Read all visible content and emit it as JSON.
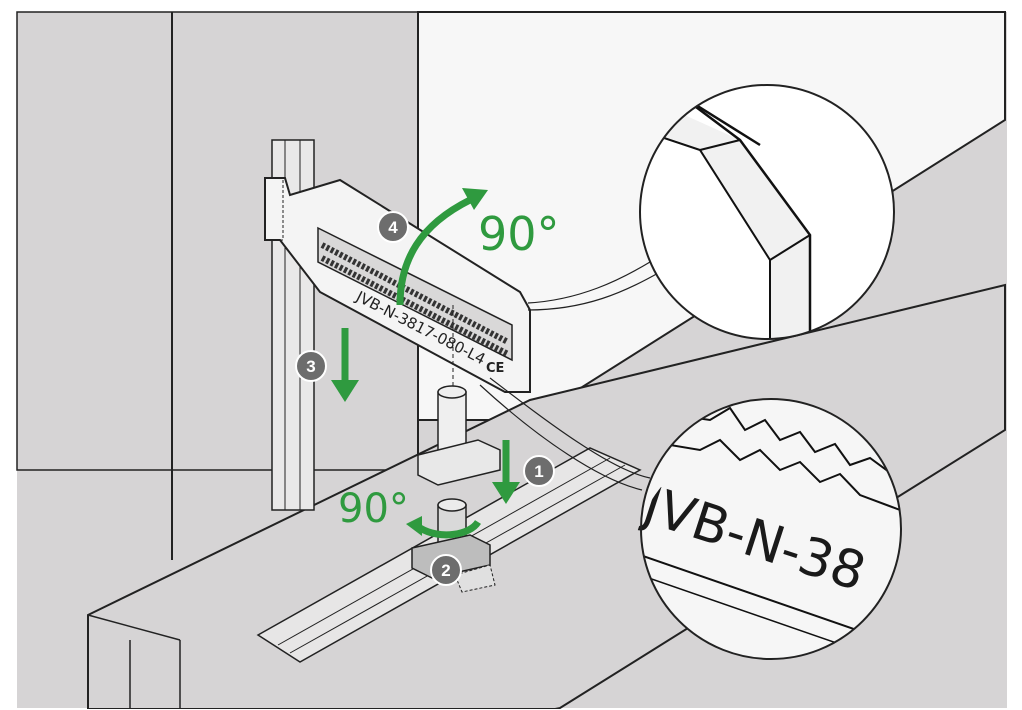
{
  "step_label": "2",
  "steps": {
    "s1": "1",
    "s2": "2",
    "s3": "3",
    "s4": "4"
  },
  "angle_top": "90°",
  "angle_bottom": "90°",
  "part_code": "JVB-N-3817-080-L4",
  "ce_mark": "CE",
  "zoom_code": "JVB-N-38",
  "colors": {
    "accent": "#c6d82f",
    "arrow": "#2f9a3f",
    "badge": "#6d6d6d",
    "wall": "#d6d4d5"
  }
}
